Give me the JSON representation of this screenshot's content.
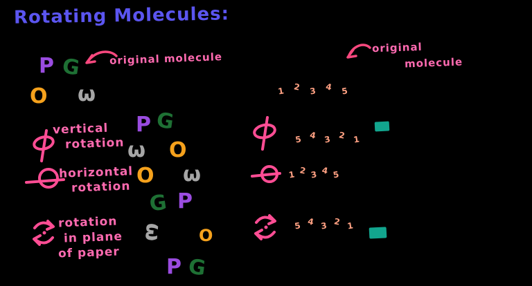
{
  "title": {
    "text": "Rotating Molecules:"
  },
  "colors": {
    "title": "#5b55f0",
    "label": "#ff6ab0",
    "symbol": "#ff4d94",
    "arrow": "#f8487e",
    "peach": "#ffa183",
    "teal": "#12a58e",
    "purple": "#9a4ce0",
    "green": "#1e7034",
    "orange": "#f5a11c",
    "gray": "#a6a6a6"
  },
  "left": {
    "original_label": "original molecule",
    "original_molecule": {
      "atoms": [
        {
          "ch": "P",
          "color": "#9a4ce0"
        },
        {
          "ch": "G",
          "color": "#1e7034"
        },
        {
          "ch": "O",
          "color": "#f5a11c"
        },
        {
          "ch": "ω",
          "color": "#a6a6a6"
        }
      ]
    },
    "rows": [
      {
        "label_lines": [
          "vertical",
          "rotation"
        ],
        "atoms": [
          {
            "ch": "P",
            "color": "#9a4ce0"
          },
          {
            "ch": "G",
            "color": "#1e7034"
          },
          {
            "ch": "ω",
            "color": "#a6a6a6"
          },
          {
            "ch": "O",
            "color": "#f5a11c"
          }
        ]
      },
      {
        "label_lines": [
          "horizontal",
          "rotation"
        ],
        "atoms": [
          {
            "ch": "O",
            "color": "#f5a11c"
          },
          {
            "ch": "ω",
            "color": "#a6a6a6"
          },
          {
            "ch": "G",
            "color": "#1e7034"
          },
          {
            "ch": "P",
            "color": "#9a4ce0"
          }
        ]
      },
      {
        "label_lines": [
          "rotation",
          "in plane",
          "of paper"
        ],
        "atoms": [
          {
            "ch": "ω",
            "color": "#a6a6a6"
          },
          {
            "ch": "O",
            "color": "#f5a11c"
          },
          {
            "ch": "P",
            "color": "#9a4ce0"
          },
          {
            "ch": "G",
            "color": "#1e7034"
          }
        ]
      }
    ]
  },
  "right": {
    "original_label_lines": [
      "original",
      "molecule"
    ],
    "rows": [
      {
        "name": "original-chain",
        "marks": [
          "1",
          "2",
          "3",
          "4",
          "5"
        ]
      },
      {
        "name": "vertical-rotation-chain",
        "marks": [
          "5",
          "4",
          "3",
          "2",
          "1"
        ]
      },
      {
        "name": "horizontal-rotation-chain",
        "marks": [
          "1",
          "2",
          "3",
          "4",
          "5"
        ]
      },
      {
        "name": "in-plane-rotation-chain",
        "marks": [
          "5",
          "4",
          "3",
          "2",
          "1"
        ]
      }
    ]
  }
}
